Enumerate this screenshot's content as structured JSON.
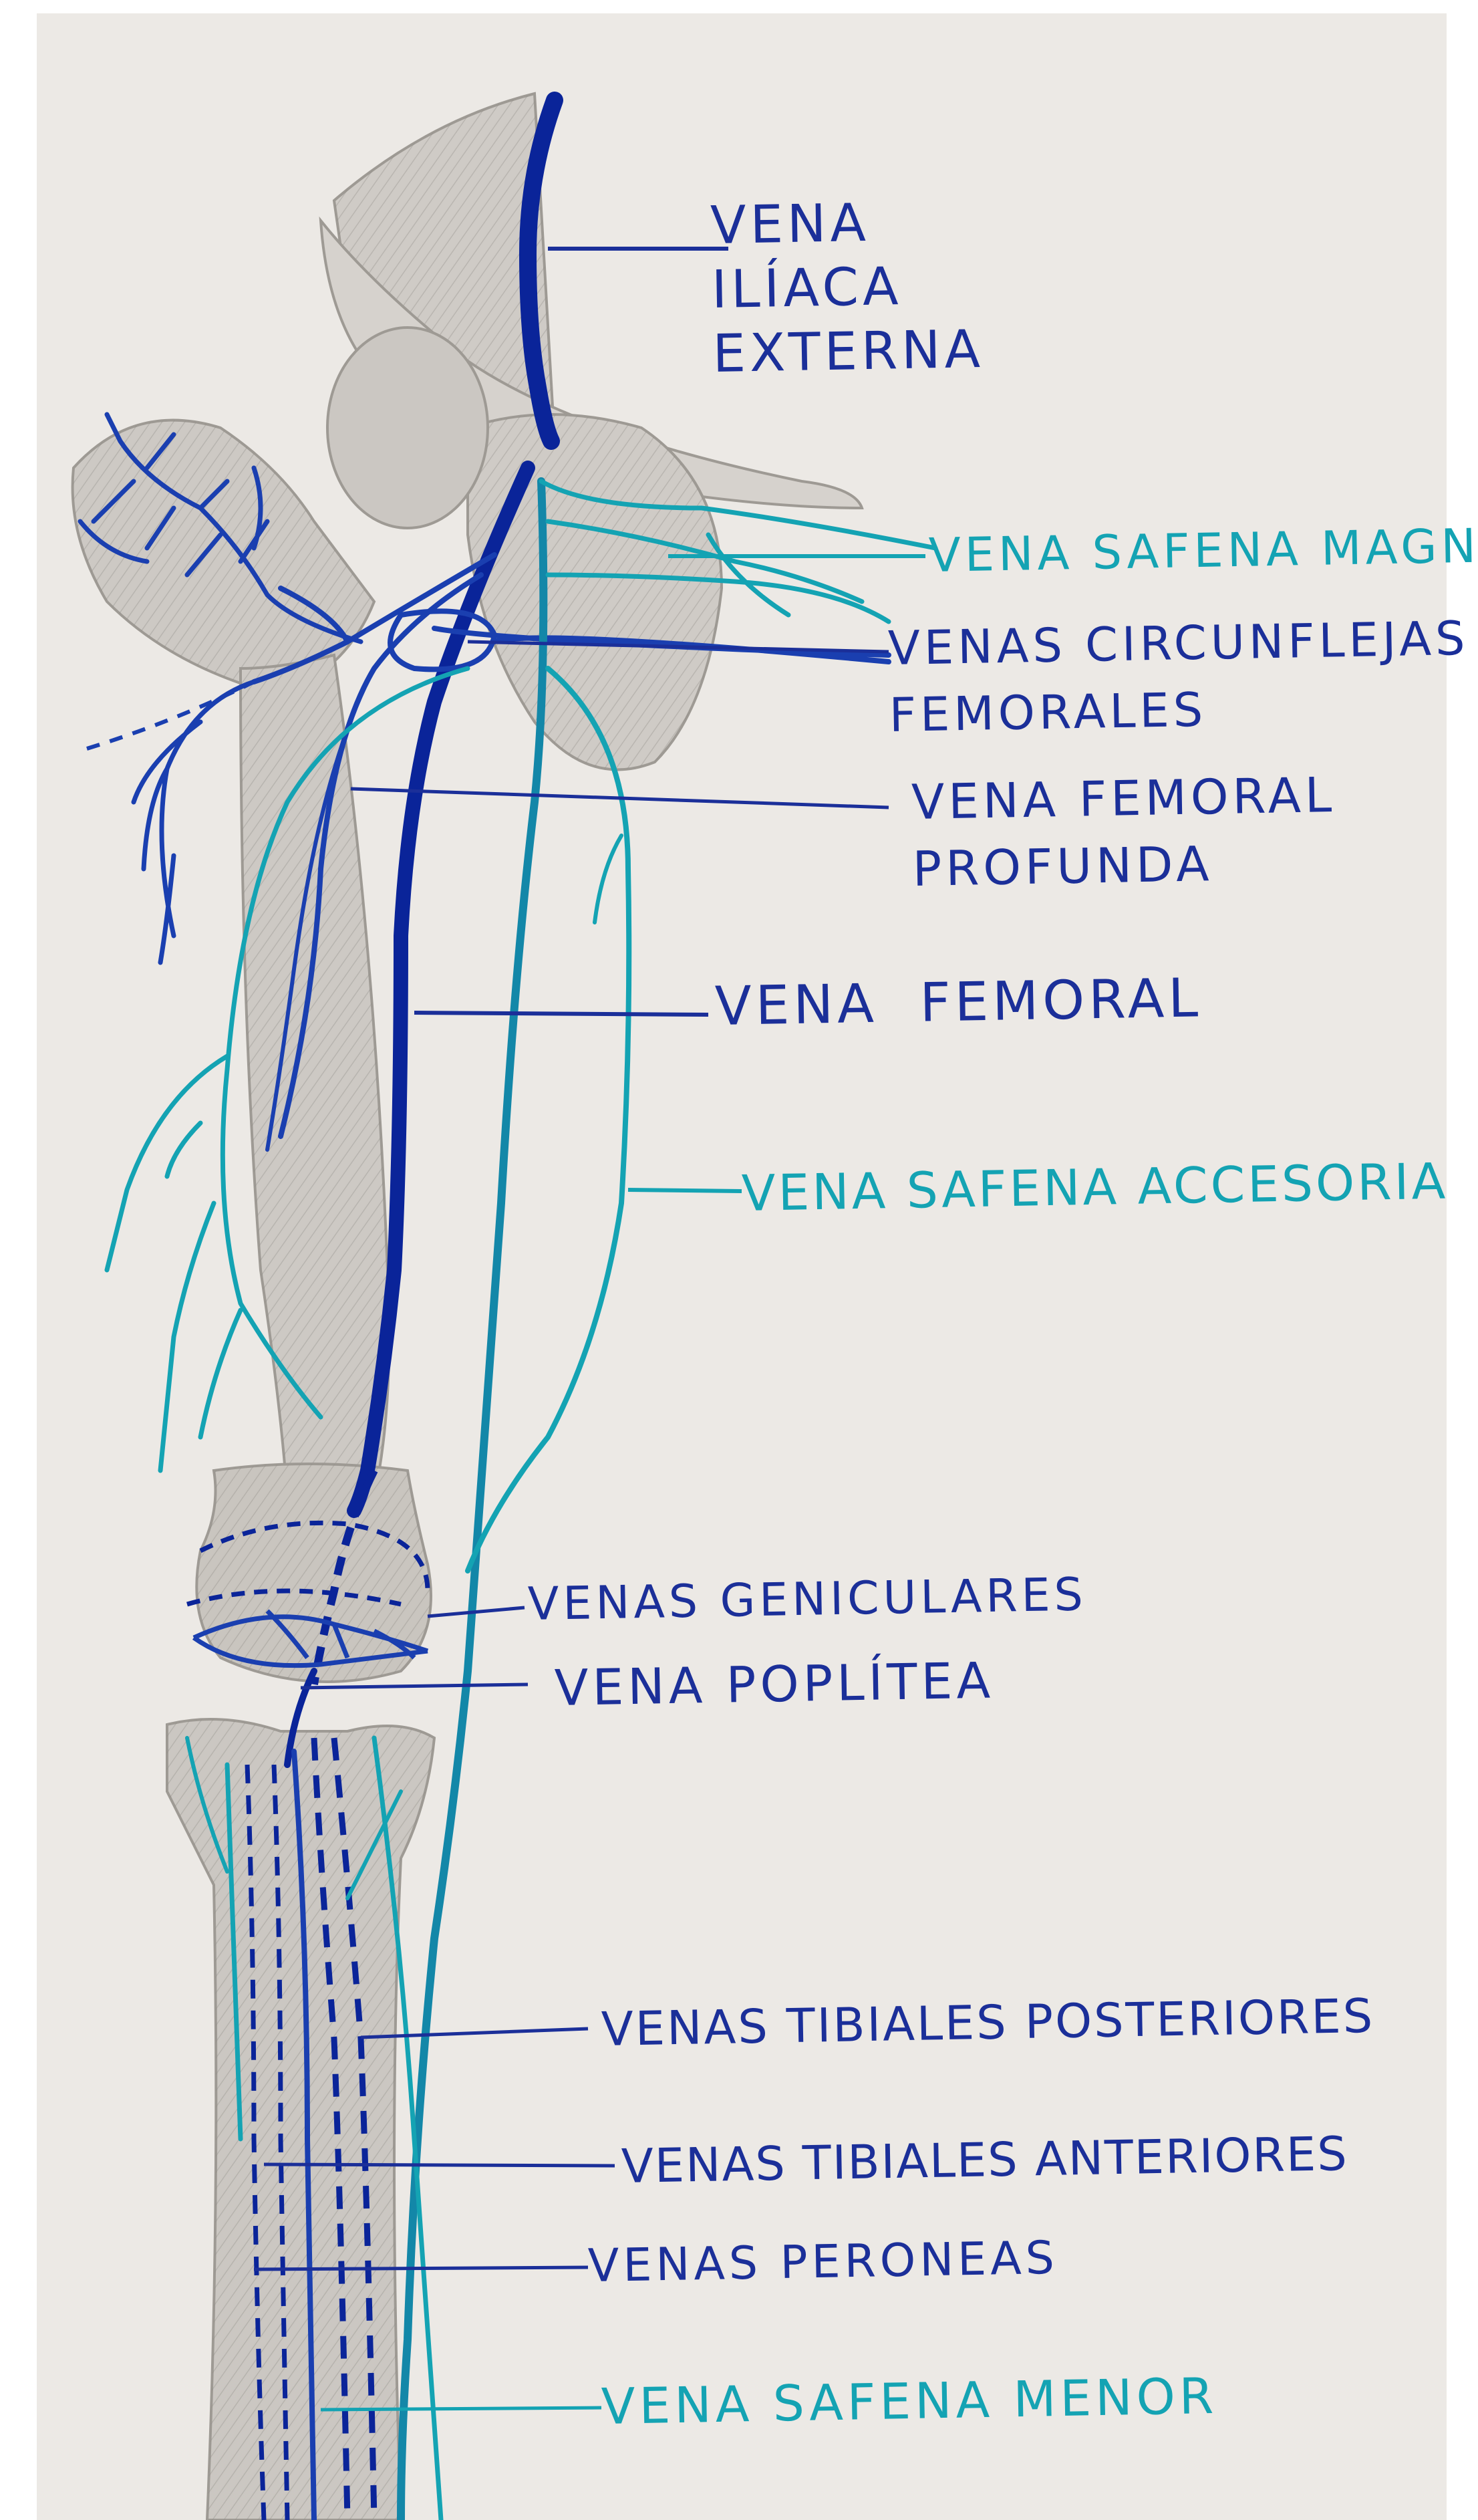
{
  "colors": {
    "paper": "#ece9e5",
    "border": "#ffffff",
    "bone": "#c9c5bf",
    "bone_shade": "#9e9a94",
    "deep_vein": "#0a2499",
    "mid_vein": "#1a3fb0",
    "superficial_vein": "#14a3b3",
    "label_dark": "#1b2f99",
    "label_teal": "#14a3b3"
  },
  "labels": {
    "iliaca_externa": "VENA\nILÍACA\nEXTERNA",
    "safena_magna": "VENA SAFENA MAGN",
    "circunflejas": "VENAS CIRCUNFLEJAS\nFEMORALES",
    "femoral_profunda": "VENA FEMORAL\nPROFUNDA",
    "femoral": "VENA  FEMORAL",
    "safena_accesoria": "VENA SAFENA ACCESORIA",
    "geniculares": "VENAS GENICULARES",
    "poplitea": "VENA POPLÍTEA",
    "tibiales_posteriores": "VENAS TIBIALES POSTERIORES",
    "tibiales_anteriores": "VENAS TIBIALES ANTERIORES",
    "peroneas": "VENAS PERONEAS",
    "safena_menor": "VENA SAFENA MENOR"
  }
}
